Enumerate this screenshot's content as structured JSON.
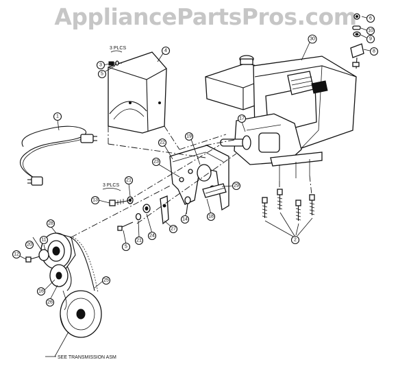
{
  "watermark": "AppliancePartsPros.com",
  "notes": {
    "three_places_top": "3 PLCS",
    "three_places_left": "3 PLCS",
    "see_transmission": "SEE TRANSMISSION ASM"
  },
  "callouts": [
    {
      "id": "1",
      "label": "1"
    },
    {
      "id": "2",
      "label": "2"
    },
    {
      "id": "3",
      "label": "3"
    },
    {
      "id": "4",
      "label": "4"
    },
    {
      "id": "5",
      "label": "5"
    },
    {
      "id": "6",
      "label": "6"
    },
    {
      "id": "8",
      "label": "8"
    },
    {
      "id": "9",
      "label": "9"
    },
    {
      "id": "10",
      "label": "10"
    },
    {
      "id": "11",
      "label": "11"
    },
    {
      "id": "12",
      "label": "12"
    },
    {
      "id": "13",
      "label": "13"
    },
    {
      "id": "14",
      "label": "14"
    },
    {
      "id": "15",
      "label": "15"
    },
    {
      "id": "16",
      "label": "16"
    },
    {
      "id": "17",
      "label": "17"
    },
    {
      "id": "18",
      "label": "18"
    },
    {
      "id": "19",
      "label": "19"
    },
    {
      "id": "20",
      "label": "20"
    },
    {
      "id": "21a",
      "label": "21"
    },
    {
      "id": "21b",
      "label": "21"
    },
    {
      "id": "22",
      "label": "22"
    },
    {
      "id": "23",
      "label": "23"
    },
    {
      "id": "24",
      "label": "24"
    },
    {
      "id": "25",
      "label": "25"
    },
    {
      "id": "26",
      "label": "26"
    },
    {
      "id": "27",
      "label": "27"
    },
    {
      "id": "28",
      "label": "28"
    },
    {
      "id": "29",
      "label": "29"
    },
    {
      "id": "30",
      "label": "30"
    }
  ],
  "icons": {
    "engine": "engine-drawing",
    "chute": "belt-cover-drawing",
    "cord": "extension-cord-drawing",
    "pulley": "pulley-belt-drawing",
    "plate": "mounting-bracket-drawing",
    "bolts": "engine-bolts-drawing",
    "hardware": "small-hardware-drawing"
  },
  "colors": {
    "ink": "#111111",
    "watermark": "#c6c6c6",
    "background": "#ffffff"
  }
}
